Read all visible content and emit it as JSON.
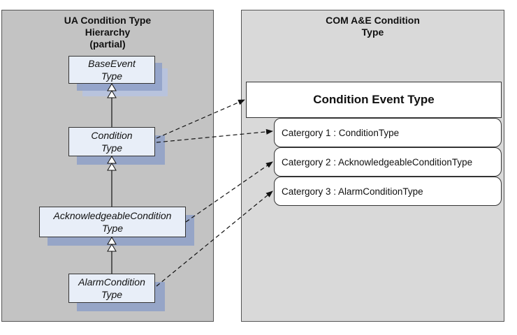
{
  "left_panel": {
    "title_lines": [
      "UA Condition Type",
      "Hierarchy",
      "(partial)"
    ]
  },
  "right_panel": {
    "title_lines": [
      "COM A&E Condition",
      "Type"
    ]
  },
  "ua_types": [
    {
      "lines": [
        "BaseEvent",
        "Type"
      ]
    },
    {
      "lines": [
        "Condition",
        "Type"
      ]
    },
    {
      "lines": [
        "AcknowledgeableCondition",
        "Type"
      ]
    },
    {
      "lines": [
        "AlarmCondition",
        "Type"
      ]
    }
  ],
  "ae_header": "Condition Event Type",
  "categories": [
    {
      "label": "Catergory 1 : ConditionType"
    },
    {
      "label": "Catergory 2 : AcknowledgeableConditionType"
    },
    {
      "label": "Catergory 3 : AlarmConditionType"
    }
  ],
  "colors": {
    "left_panel_bg": "#c3c3c3",
    "right_panel_bg": "#d9d9d9",
    "type_box_fill": "#e8eef8",
    "shadow": "#8ea0c8"
  }
}
